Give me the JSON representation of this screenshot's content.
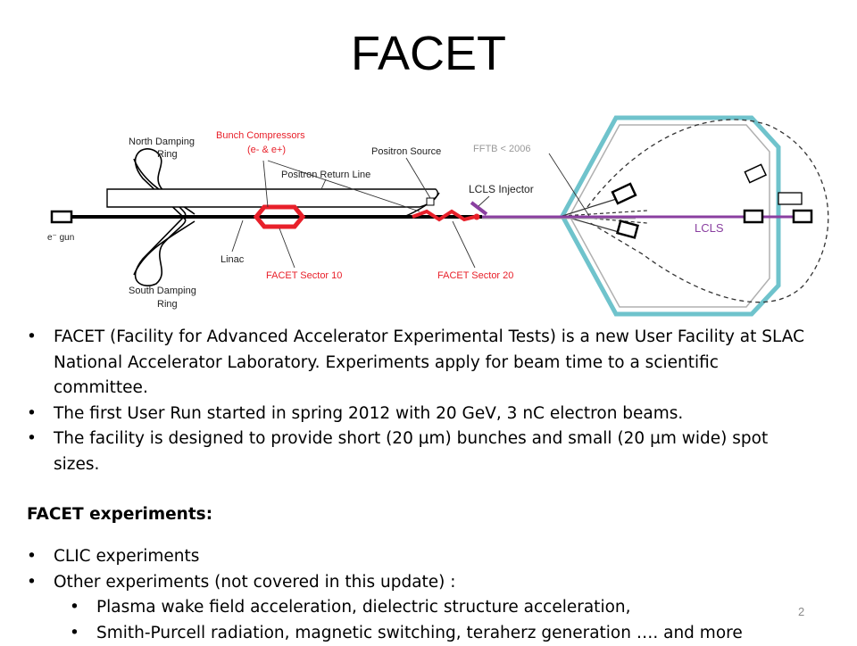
{
  "slide": {
    "title": "FACET",
    "page_number": "2"
  },
  "diagram": {
    "labels": {
      "north_damping_ring": [
        "North Damping",
        "Ring"
      ],
      "bunch_compressors": [
        "Bunch Compressors",
        "(e- & e+)"
      ],
      "positron_source": "Positron Source",
      "fftb": "FFTB < 2006",
      "positron_return_line": "Positron Return Line",
      "lcls_injector": "LCLS Injector",
      "e_gun": "e⁻ gun",
      "linac": "Linac",
      "facet_sector_10": "FACET Sector 10",
      "facet_sector_20": "FACET Sector 20",
      "lcls": "LCLS",
      "south_damping_ring": [
        "South Damping",
        "Ring"
      ]
    },
    "colors": {
      "compressor_red": "#e8202a",
      "lcls_purple": "#8a3fa0",
      "ring_cyan": "#6fc3cc",
      "line_black": "#000000"
    }
  },
  "bullets": [
    "FACET (Facility for Advanced Accelerator Experimental Tests) is a new User Facility at SLAC National Accelerator Laboratory. Experiments apply for beam time to a scientific committee.",
    "The first User Run started in spring 2012 with 20 GeV, 3 nC electron beams.",
    "The facility is designed to provide short (20 µm) bunches and small (20 µm wide) spot sizes."
  ],
  "experiments": {
    "heading": "FACET experiments:",
    "items": [
      "CLIC experiments",
      "Other experiments (not covered in this update) :"
    ],
    "subitems": [
      "Plasma wake field acceleration, dielectric structure acceleration,",
      "Smith-Purcell radiation, magnetic switching, teraherz generation …. and more"
    ]
  }
}
